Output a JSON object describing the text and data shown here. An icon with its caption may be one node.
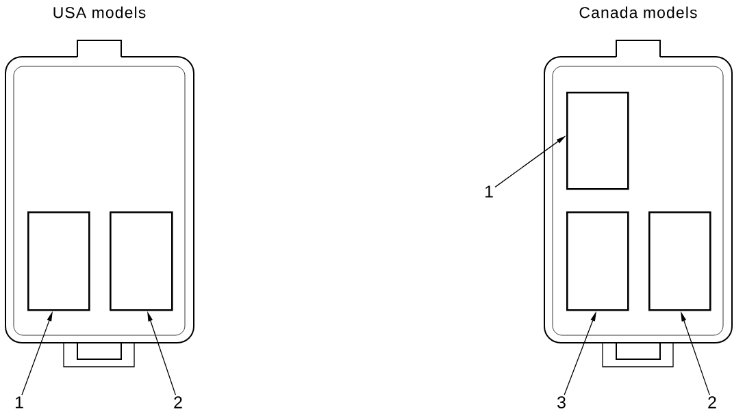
{
  "diagram": {
    "nodes": [
      {
        "text": [
          "USA models"
        ]
      },
      {
        "text": [],
        "shape": "box",
        "in": 0
      },
      {
        "text": [],
        "shape": "box",
        "in": 0
      },
      {
        "text": [
          "1"
        ]
      },
      {
        "text": [
          "2"
        ]
      },
      {
        "text": [
          "Canada models"
        ]
      },
      {
        "text": [],
        "shape": "box",
        "in": 5
      },
      {
        "text": [],
        "shape": "box",
        "in": 5
      },
      {
        "text": [],
        "shape": "box",
        "in": 5
      },
      {
        "text": [
          "1"
        ]
      },
      {
        "text": [
          "3"
        ]
      },
      {
        "text": [
          "2"
        ]
      }
    ],
    "edges": [
      {
        "from": 3,
        "to": 1,
        "arrow": "to"
      },
      {
        "from": 4,
        "to": 2,
        "arrow": "to"
      },
      {
        "from": 9,
        "to": 6,
        "arrow": "to"
      },
      {
        "from": 10,
        "to": 7,
        "arrow": "to"
      },
      {
        "from": 11,
        "to": 8,
        "arrow": "to"
      }
    ]
  }
}
